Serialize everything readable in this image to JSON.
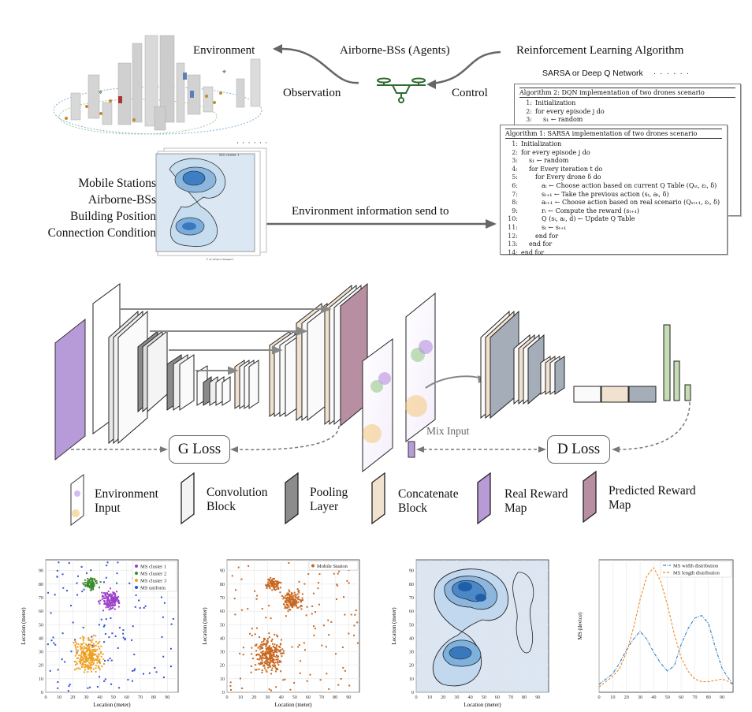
{
  "top": {
    "environment_label": "Environment",
    "agents_label": "Airborne-BSs (Agents)",
    "rl_label": "Reinforcement Learning Algorithm",
    "observation_label": "Observation",
    "control_label": "Control",
    "algo_choice_label": "SARSA or Deep Q Network",
    "dots": "· · · · · ·",
    "map_dots": "· · · · · ·",
    "env_info_label": "Environment information send to",
    "inputs_list": [
      "Mobile Stations",
      "Airborne-BSs",
      "Building Position",
      "Connection Condition"
    ]
  },
  "algorithm2": {
    "header": "Algorithm 2: DQN implementation of two drones scenario",
    "lines": [
      {
        "n": "1:",
        "t": "Initialization"
      },
      {
        "n": "2:",
        "t": "for every episode j do"
      },
      {
        "n": "3:",
        "t": "s₁ ← random"
      }
    ]
  },
  "algorithm1": {
    "header": "Algorithm 1: SARSA implementation of two drones scenario",
    "lines": [
      {
        "n": "1:",
        "t": "Initialization"
      },
      {
        "n": "2:",
        "t": "for every episode j do"
      },
      {
        "n": "3:",
        "t": "s₁ ← random"
      },
      {
        "n": "4:",
        "t": "for Every iteration t do"
      },
      {
        "n": "5:",
        "t": "for Every drone δ do"
      },
      {
        "n": "6:",
        "t": "aₜ ← Choose action based on current Q Table (Qₛₜ, εₜ, δ)"
      },
      {
        "n": "7:",
        "t": "sₜ₊₁ ← Take the previous action (sₜ, aₜ, δ)"
      },
      {
        "n": "8:",
        "t": "aₜ₊₁ ← Choose action based on real scenario (Qₛₜ₊₁, εₜ, δ)"
      },
      {
        "n": "9:",
        "t": "rₜ ← Compute the reward (sₜ₊₁)"
      },
      {
        "n": "10:",
        "t": "Q (sₜ, aₜ, d) ← Update Q Table"
      },
      {
        "n": "11:",
        "t": "sₜ ← sₜ₊₁"
      },
      {
        "n": "12:",
        "t": "end for"
      },
      {
        "n": "13:",
        "t": "end for"
      },
      {
        "n": "14:",
        "t": "end for"
      }
    ]
  },
  "middle": {
    "g_loss": "G Loss",
    "d_loss": "D Loss",
    "mix_input": "Mix Input"
  },
  "legend": [
    {
      "label": "Environment\nInput",
      "icon": "environment-input-icon"
    },
    {
      "label": "Convolution\nBlock",
      "icon": "convolution-block-icon",
      "color": "#f4f4f4"
    },
    {
      "label": "Pooling\nLayer",
      "icon": "pooling-layer-icon",
      "color": "#8c8c8c"
    },
    {
      "label": "Concatenate\nBlock",
      "icon": "concatenate-block-icon",
      "color": "#f1e1cf"
    },
    {
      "label": "Real Reward\nMap",
      "icon": "real-reward-map-icon",
      "color": "#b89ad6"
    },
    {
      "label": "Predicted Reward\nMap",
      "icon": "predicted-reward-map-icon",
      "color": "#b88fa2"
    }
  ],
  "charts": {
    "scatter_clusters": {
      "type": "scatter",
      "xlabel": "Location (meter)",
      "ylabel": "Location (meter)",
      "xlim": [
        0,
        98
      ],
      "ylim": [
        0,
        98
      ],
      "xticks": [
        "0",
        "10",
        "20",
        "30",
        "40",
        "50",
        "60",
        "70",
        "80",
        "90"
      ],
      "yticks": [
        "0",
        "10",
        "20",
        "30",
        "40",
        "50",
        "60",
        "70",
        "80",
        "90"
      ],
      "legend": [
        "MS cluster 1",
        "MS cluster 2",
        "MS cluster 3",
        "MS uniform"
      ],
      "colors": [
        "#9b3fc9",
        "#3a8a2a",
        "#f0a020",
        "#3050d0"
      ]
    },
    "scatter_all": {
      "type": "scatter",
      "xlabel": "Location (meter)",
      "ylabel": "Location (meter)",
      "xticks": [
        "0",
        "10",
        "20",
        "30",
        "40",
        "50",
        "60",
        "70",
        "80",
        "90"
      ],
      "yticks": [
        "0",
        "10",
        "20",
        "30",
        "40",
        "50",
        "60",
        "70",
        "80",
        "90"
      ],
      "legend": [
        "Mobile Station"
      ],
      "colors": [
        "#c86820"
      ]
    },
    "density_map": {
      "type": "heatmap",
      "xlabel": "Location (meter)",
      "ylabel": "Location (meter)",
      "xticks": [
        "0",
        "10",
        "20",
        "30",
        "40",
        "50",
        "60",
        "70",
        "80",
        "90"
      ],
      "yticks": [
        "0",
        "10",
        "20",
        "30",
        "40",
        "50",
        "60",
        "70",
        "80",
        "90"
      ]
    },
    "distribution": {
      "type": "line",
      "ylabel": "MS (device)",
      "xticks": [
        "0",
        "10",
        "20",
        "30",
        "40",
        "50",
        "60",
        "70",
        "80",
        "90"
      ],
      "legend": [
        "MS width distribution",
        "MS length distribution"
      ],
      "colors": [
        "#2f7fbf",
        "#ee8a22"
      ]
    }
  },
  "chart_data": [
    {
      "type": "line",
      "title": "",
      "ylabel": "MS (device)",
      "xlim": [
        0,
        98
      ],
      "x": [
        0,
        5,
        10,
        15,
        20,
        25,
        30,
        35,
        40,
        45,
        50,
        55,
        60,
        65,
        70,
        75,
        80,
        85,
        90,
        95,
        98
      ],
      "series": [
        {
          "name": "MS width distribution",
          "values": [
            6,
            10,
            14,
            22,
            32,
            40,
            46,
            40,
            30,
            22,
            16,
            20,
            36,
            48,
            56,
            58,
            52,
            34,
            18,
            10,
            6
          ]
        },
        {
          "name": "MS length distribution",
          "values": [
            4,
            8,
            12,
            18,
            30,
            48,
            70,
            88,
            94,
            84,
            66,
            44,
            26,
            16,
            10,
            8,
            8,
            9,
            10,
            8,
            5
          ]
        }
      ]
    }
  ]
}
